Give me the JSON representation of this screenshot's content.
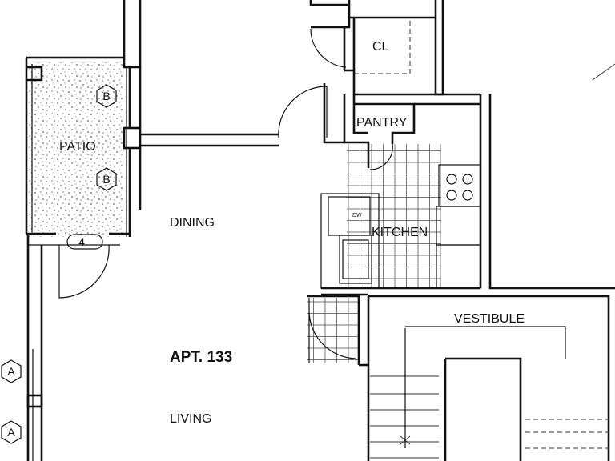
{
  "rooms": {
    "patio": "PATIO",
    "dining": "DINING",
    "pantry": "PANTRY",
    "closet": "CL",
    "kitchen": "KITCHEN",
    "vestibule": "VESTIBULE",
    "living": "LIVING"
  },
  "unit": {
    "label": "APT. 133"
  },
  "tags": {
    "b_upper": "B",
    "b_lower": "B",
    "four": "4",
    "a_upper": "A",
    "a_lower": "A"
  },
  "appliances": {
    "dishwasher": "DW"
  }
}
